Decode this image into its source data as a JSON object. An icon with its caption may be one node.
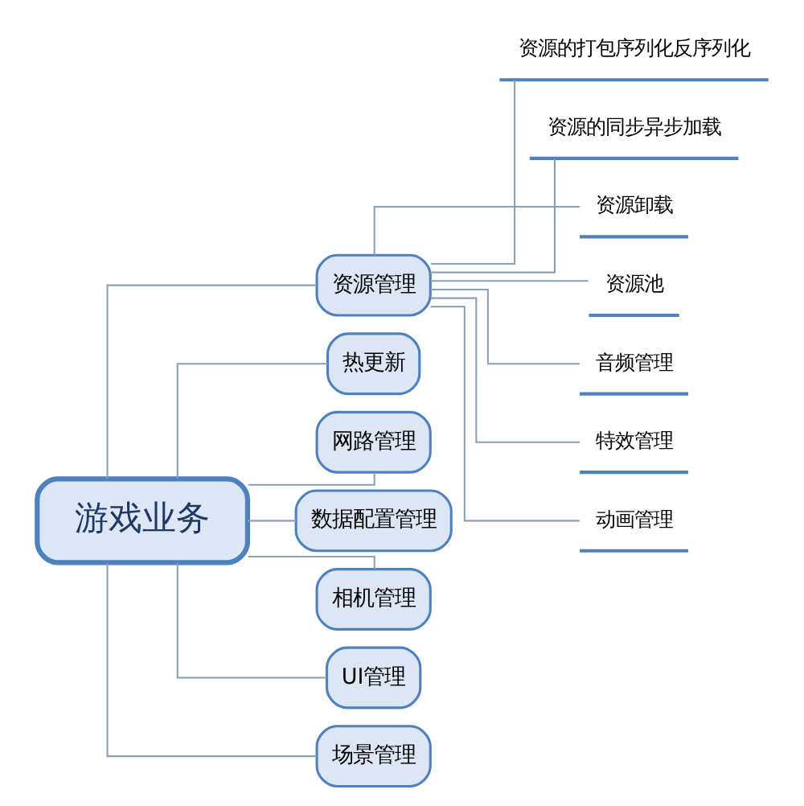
{
  "diagram": {
    "nodes": [
      {
        "text": [
          "游戏业务"
        ]
      },
      {
        "text": [
          "资源管理"
        ]
      },
      {
        "text": [
          "资源的打包序列化反序列化"
        ]
      },
      {
        "text": [
          "资源的同步异步加载"
        ]
      },
      {
        "text": [
          "资源卸载"
        ]
      },
      {
        "text": [
          "资源池"
        ]
      },
      {
        "text": [
          "音频管理"
        ]
      },
      {
        "text": [
          "特效管理"
        ]
      },
      {
        "text": [
          "动画管理"
        ]
      },
      {
        "text": [
          "热更新"
        ]
      },
      {
        "text": [
          "网路管理"
        ]
      },
      {
        "text": [
          "数据配置管理"
        ]
      },
      {
        "text": [
          "相机管理"
        ]
      },
      {
        "text": [
          "UI管理"
        ]
      },
      {
        "text": [
          "场景管理"
        ]
      }
    ],
    "edges": [
      {
        "from": 0,
        "to": 1,
        "arrow": "none"
      },
      {
        "from": 1,
        "to": 2,
        "arrow": "none"
      },
      {
        "from": 1,
        "to": 3,
        "arrow": "none"
      },
      {
        "from": 1,
        "to": 4,
        "arrow": "none"
      },
      {
        "from": 1,
        "to": 5,
        "arrow": "none"
      },
      {
        "from": 1,
        "to": 6,
        "arrow": "none"
      },
      {
        "from": 1,
        "to": 7,
        "arrow": "none"
      },
      {
        "from": 1,
        "to": 8,
        "arrow": "none"
      },
      {
        "from": 0,
        "to": 9,
        "arrow": "none"
      },
      {
        "from": 0,
        "to": 10,
        "arrow": "none"
      },
      {
        "from": 0,
        "to": 11,
        "arrow": "none"
      },
      {
        "from": 0,
        "to": 12,
        "arrow": "none"
      },
      {
        "from": 0,
        "to": 13,
        "arrow": "none"
      },
      {
        "from": 0,
        "to": 14,
        "arrow": "none"
      }
    ]
  }
}
